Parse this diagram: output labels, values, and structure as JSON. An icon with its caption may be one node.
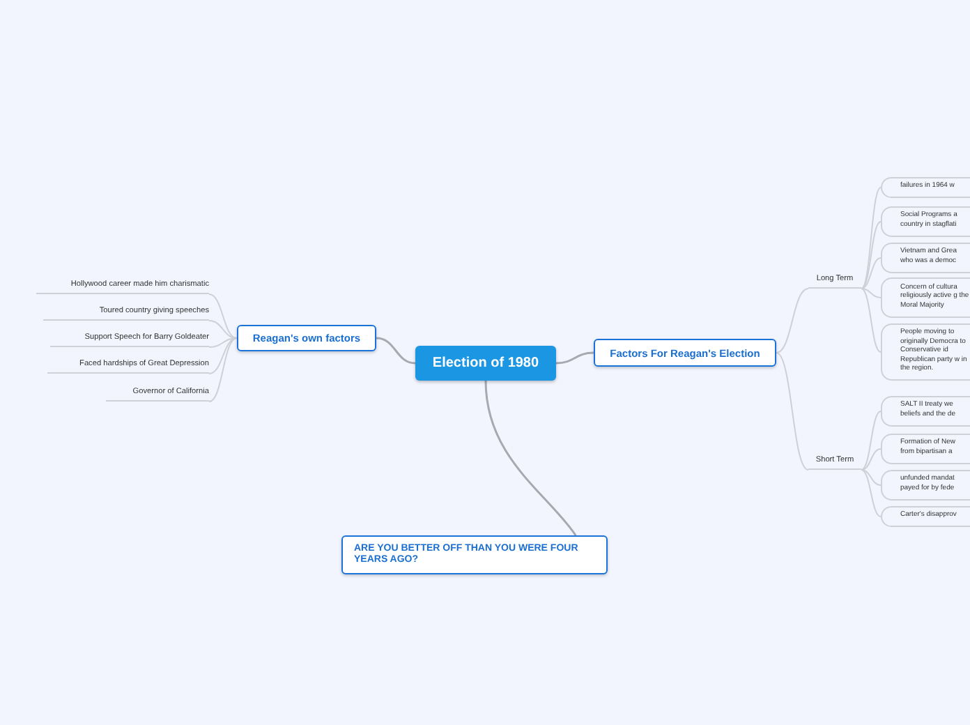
{
  "diagram": {
    "nodes": [
      {
        "text": [
          "Election of 1980"
        ]
      },
      {
        "text": [
          "Reagan's own factors"
        ]
      },
      {
        "text": [
          "Hollywood career made him charismatic"
        ]
      },
      {
        "text": [
          "Toured country giving speeches"
        ]
      },
      {
        "text": [
          "Support Speech for Barry Goldeater"
        ]
      },
      {
        "text": [
          "Faced hardships of Great Depression"
        ]
      },
      {
        "text": [
          "Governor of California"
        ]
      },
      {
        "text": [
          "Factors For Reagan's Election"
        ]
      },
      {
        "text": [
          "Long Term"
        ]
      },
      {
        "text": [
          "failures in 1964 w"
        ]
      },
      {
        "text": [
          "Social Programs a country in stagflati"
        ]
      },
      {
        "text": [
          "Vietnam and Grea who was a democ"
        ]
      },
      {
        "text": [
          "Concern of cultura religiously active g the Moral Majority"
        ]
      },
      {
        "text": [
          "People moving to originally Democra to Conservative id Republican party w in the region."
        ]
      },
      {
        "text": [
          "Short Term"
        ]
      },
      {
        "text": [
          "SALT II treaty we beliefs and the de"
        ]
      },
      {
        "text": [
          "Formation of New from bipartisan a"
        ]
      },
      {
        "text": [
          "unfunded mandat payed for by fede"
        ]
      },
      {
        "text": [
          "Carter's disapprov"
        ]
      },
      {
        "text": [
          "ARE YOU BETTER OFF THAN YOU WERE FOUR YEARS AGO?"
        ]
      }
    ],
    "edges": [
      {
        "from": 0,
        "to": 1,
        "arrow": "none"
      },
      {
        "from": 1,
        "to": 2,
        "arrow": "none"
      },
      {
        "from": 1,
        "to": 3,
        "arrow": "none"
      },
      {
        "from": 1,
        "to": 4,
        "arrow": "none"
      },
      {
        "from": 1,
        "to": 5,
        "arrow": "none"
      },
      {
        "from": 1,
        "to": 6,
        "arrow": "none"
      },
      {
        "from": 0,
        "to": 7,
        "arrow": "none"
      },
      {
        "from": 7,
        "to": 8,
        "arrow": "none"
      },
      {
        "from": 7,
        "to": 14,
        "arrow": "none"
      },
      {
        "from": 8,
        "to": 9,
        "arrow": "none"
      },
      {
        "from": 8,
        "to": 10,
        "arrow": "none"
      },
      {
        "from": 8,
        "to": 11,
        "arrow": "none"
      },
      {
        "from": 8,
        "to": 12,
        "arrow": "none"
      },
      {
        "from": 8,
        "to": 13,
        "arrow": "none"
      },
      {
        "from": 14,
        "to": 15,
        "arrow": "none"
      },
      {
        "from": 14,
        "to": 16,
        "arrow": "none"
      },
      {
        "from": 14,
        "to": 17,
        "arrow": "none"
      },
      {
        "from": 14,
        "to": 18,
        "arrow": "none"
      },
      {
        "from": 0,
        "to": 19,
        "arrow": "none"
      }
    ]
  }
}
